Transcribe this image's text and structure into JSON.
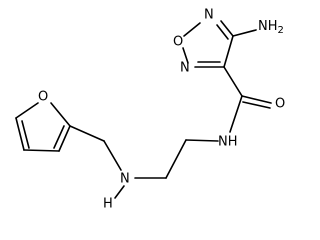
{
  "molecule": {
    "atoms": {
      "nh2_label": "NH",
      "nh2_sub": "2",
      "oxadiazole_n_top": "N",
      "oxadiazole_o": "O",
      "oxadiazole_n_bottom": "N",
      "carbonyl_o": "O",
      "amide_n": "NH",
      "furan_o": "O",
      "amine_n": "N",
      "amine_h": "H"
    },
    "colors": {
      "bond": "#000000",
      "label": "#000000",
      "background": "#ffffff"
    }
  }
}
